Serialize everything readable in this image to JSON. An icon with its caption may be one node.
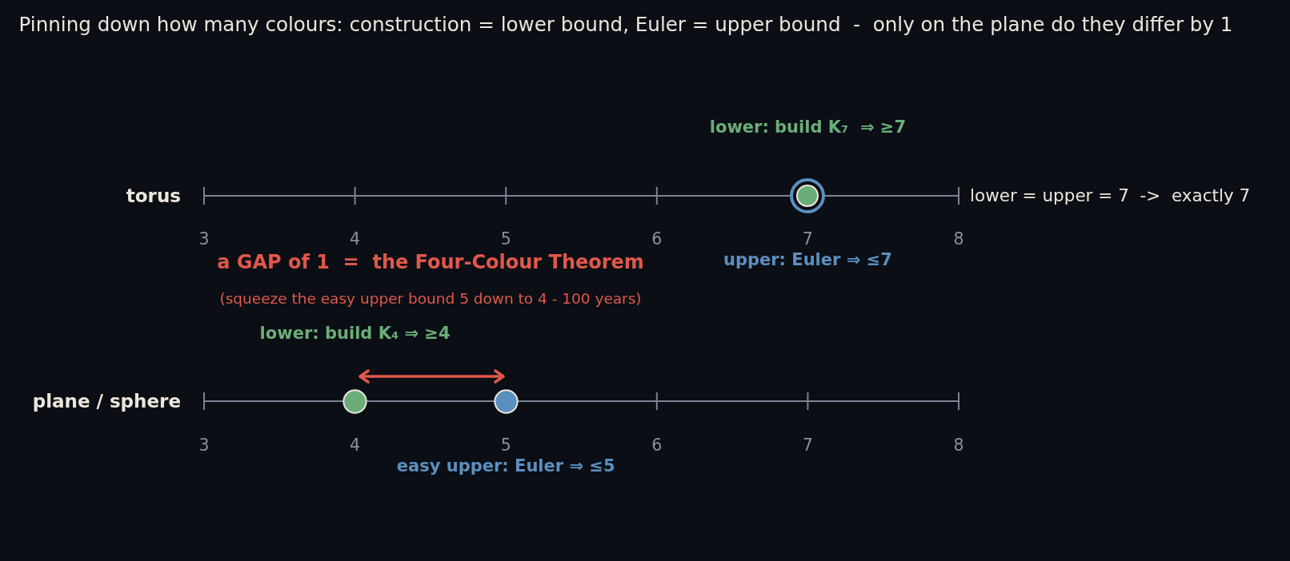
{
  "diagram": {
    "title": "Pinning down how many colours: construction = lower bound, Euler = upper bound  -  only on the plane do they differ by 1",
    "labels": [
      "lower: build K₇  ⇒ ≥7",
      "torus",
      "lower = upper = 7  ->  exactly 7",
      "3",
      "4",
      "5",
      "6",
      "7",
      "8",
      "a GAP of 1  =  the Four-Colour Theorem",
      "upper: Euler ⇒ ≤7",
      "(squeeze the easy upper bound 5 down to 4 - 100 years)",
      "lower: build K₄ ⇒ ≥4",
      "plane / sphere",
      "3",
      "4",
      "5",
      "6",
      "7",
      "8",
      "easy upper: Euler ⇒ ≤5"
    ]
  }
}
